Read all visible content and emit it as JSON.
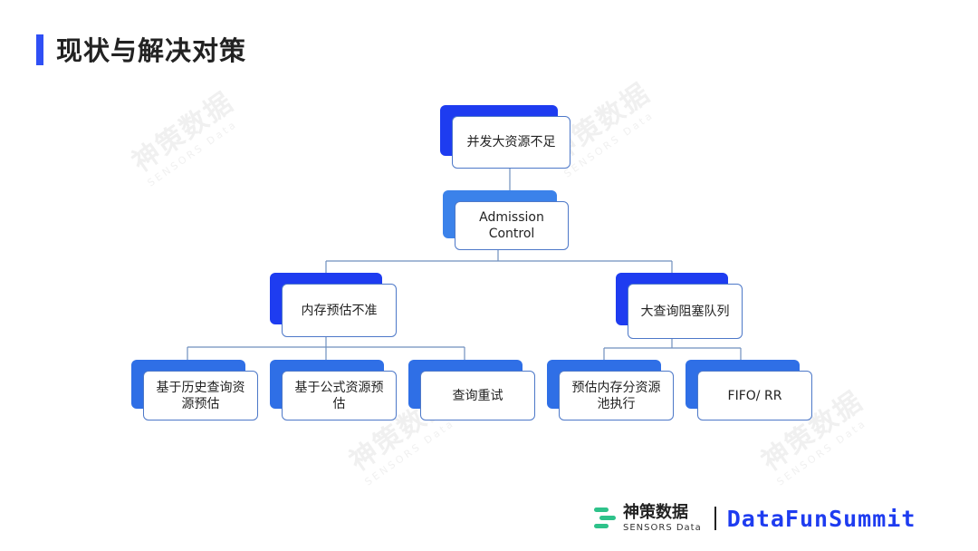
{
  "title": "现状与解决对策",
  "diagram": {
    "root": "并发大资源不足",
    "level1": "Admission Control",
    "branches": [
      {
        "label": "内存预估不准",
        "children": [
          "基于历史查询资源预估",
          "基于公式资源预估",
          "查询重试"
        ]
      },
      {
        "label": "大查询阻塞队列",
        "children": [
          "预估内存分资源池执行",
          "FIFO/ RR"
        ]
      }
    ]
  },
  "watermark": {
    "cn": "神策数据",
    "en": "SENSORS Data"
  },
  "footer": {
    "brand_cn": "神策数据",
    "brand_en": "SENSORS Data",
    "event": "DataFunSummit"
  },
  "colors": {
    "accent": "#2f4ff5",
    "box_back_dark": "#1e3cf0",
    "box_border": "#4d78c8",
    "logo_green": "#2ec28a"
  }
}
